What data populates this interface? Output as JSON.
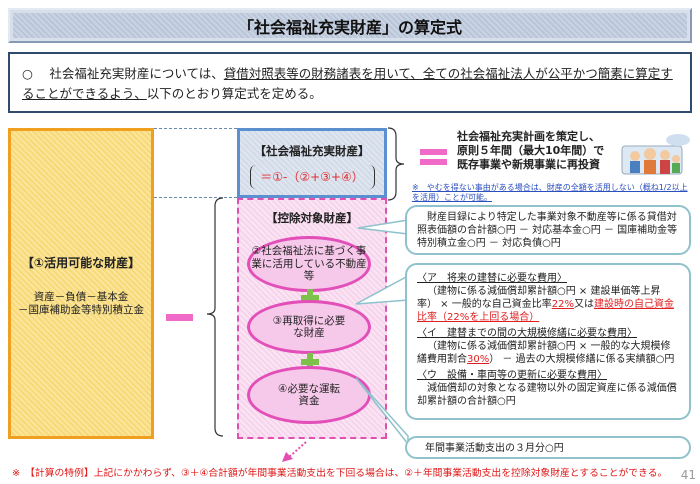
{
  "title": "「社会福祉充実財産」の算定式",
  "intro": {
    "bullet": "○",
    "pre": "社会福祉充実財産については、",
    "underlined": "貸借対照表等の財務諸表を用いて、全ての社会福祉法人が公平かつ簡素に算定することができるよう、",
    "post": "以下のとおり算定式を定める。"
  },
  "available": {
    "heading": "【①活用可能な財産】",
    "formula_line1": "資産－負債－基本金",
    "formula_line2": "－国庫補助金等特別積立金"
  },
  "enrichment": {
    "heading": "【社会福祉充実財産】",
    "formula": "＝①-（②+③+④）"
  },
  "plan": {
    "line1": "社会福祉充実計画を策定し、",
    "line2": "原則５年間（最大10年間）で",
    "line3": "既存事業や新規事業に再投資",
    "note": "※　やむを得ない事由がある場合は、財産の全額を活用しない（概ね1/2以上を活用）ことが可能。"
  },
  "deduction": {
    "heading": "【控除対象財産】",
    "items": [
      {
        "label": "②社会福祉法に基づく事業に活用している不動産等"
      },
      {
        "label": "③再取得に必要な財産"
      },
      {
        "label": "④必要な運転資金"
      }
    ]
  },
  "callout1": "財産目録により特定した事業対象不動産等に係る貸借対照表価額の合計額○円 － 対応基本金○円 － 国庫補助金等特別積立金○円 － 対応負債○円",
  "callout2": {
    "a_title": "〈ア　将来の建替に必要な費用〉",
    "a_text1": "（建物に係る減価償却累計額○円 × 建設単価等上昇率） × 一般的な自己資金比率",
    "a_pct": "22%",
    "a_text2": "又は",
    "a_red": "建設時の自己資金比率（22%を上回る場合）",
    "i_title": "〈イ　建替までの間の大規模修繕に必要な費用〉",
    "i_text1": "（建物に係る減価償却累計額○円 × 一般的な大規模修繕費用割合",
    "i_pct": "30%",
    "i_text2": "） － 過去の大規模修繕に係る実績額○円",
    "u_title": "〈ウ　設備・車両等の更新に必要な費用〉",
    "u_text": "減価償却の対象となる建物以外の固定資産に係る減価償却累計額の合計額○円"
  },
  "callout3": "年間事業活動支出の３月分○円",
  "footnote": "※　【計算の特例】上記にかかわらず、③＋④合計額が年間事業活動支出を下回る場合は、②＋年間事業活動支出を控除対象財産とすることができる。",
  "page_number": "41"
}
